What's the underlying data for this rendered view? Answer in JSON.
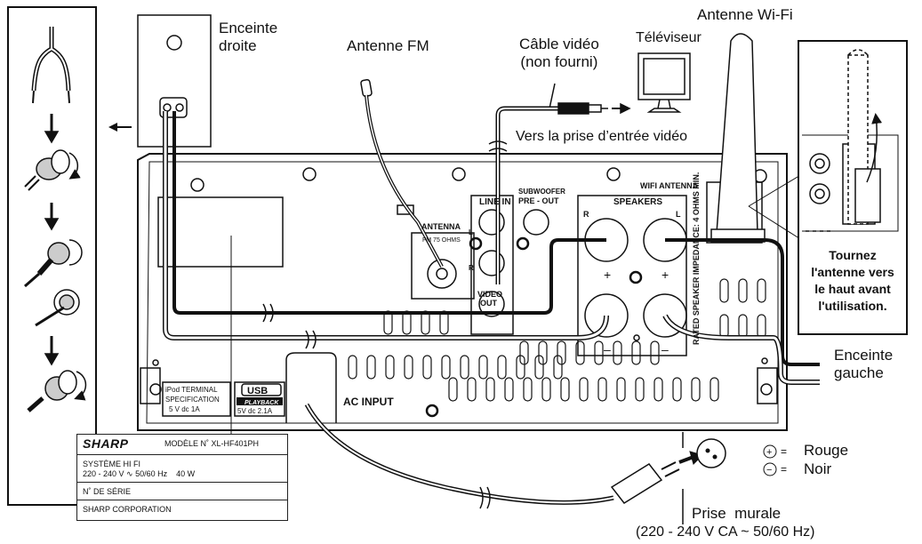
{
  "labels": {
    "right_speaker": [
      "Enceinte",
      "droite"
    ],
    "fm_antenna": "Antenne FM",
    "video_cable": [
      "Câble vidéo",
      "(non fourni)"
    ],
    "tv": "Téléviseur",
    "wifi_antenna": "Antenne Wi-Fi",
    "video_input": "Vers la prise d’entrée vidéo",
    "turn_antenna": [
      "Tournez",
      "l'antenne vers",
      "le haut avant",
      "l'utilisation."
    ],
    "left_speaker": [
      "Enceinte",
      "gauche"
    ],
    "legend_red": "Rouge",
    "legend_black": "Noir",
    "wall_outlet": "Prise  murale",
    "wall_outlet_spec": "(220 - 240 V CA ~ 50/60 Hz)"
  },
  "panel": {
    "line_in": "LINE IN",
    "subwoofer": [
      "SUBWOOFER",
      "PRE - OUT"
    ],
    "antenna": "ANTENNA",
    "antenna_spec": "FM   75 OHMS",
    "video_out": [
      "VIDEO",
      "OUT"
    ],
    "speakers": "SPEAKERS",
    "wifi_antenna": "WIFI ANTENNA",
    "impedance": "RATED SPEAKER IMPEDANCE: 4 OHMS MIN.",
    "ac_input": "AC INPUT",
    "ipod": [
      "iPod TERMINAL",
      "SPECIFICATION",
      "5 V dc      1A"
    ],
    "usb": "USB",
    "usb_playback": "PLAYBACK",
    "usb_spec": "5V dc   2.1A",
    "ch_l": "L",
    "ch_r": "R",
    "spk_r": "R",
    "spk_l": "L",
    "plus": "+",
    "minus": "–"
  },
  "plate": {
    "brand": "SHARP",
    "model": "MODÈLE N˚  XL-HF401PH",
    "system": "SYSTÈME HI FI",
    "spec": "220 - 240 V ∿ 50/60 Hz    40 W",
    "serial": "N˚ DE SÉRIE",
    "corp": "SHARP CORPORATION"
  },
  "legend_symbols": {
    "plus": "+",
    "minus": "−",
    "equals": "="
  },
  "colors": {
    "line": "#111111",
    "panel_fill": "#ffffff"
  }
}
